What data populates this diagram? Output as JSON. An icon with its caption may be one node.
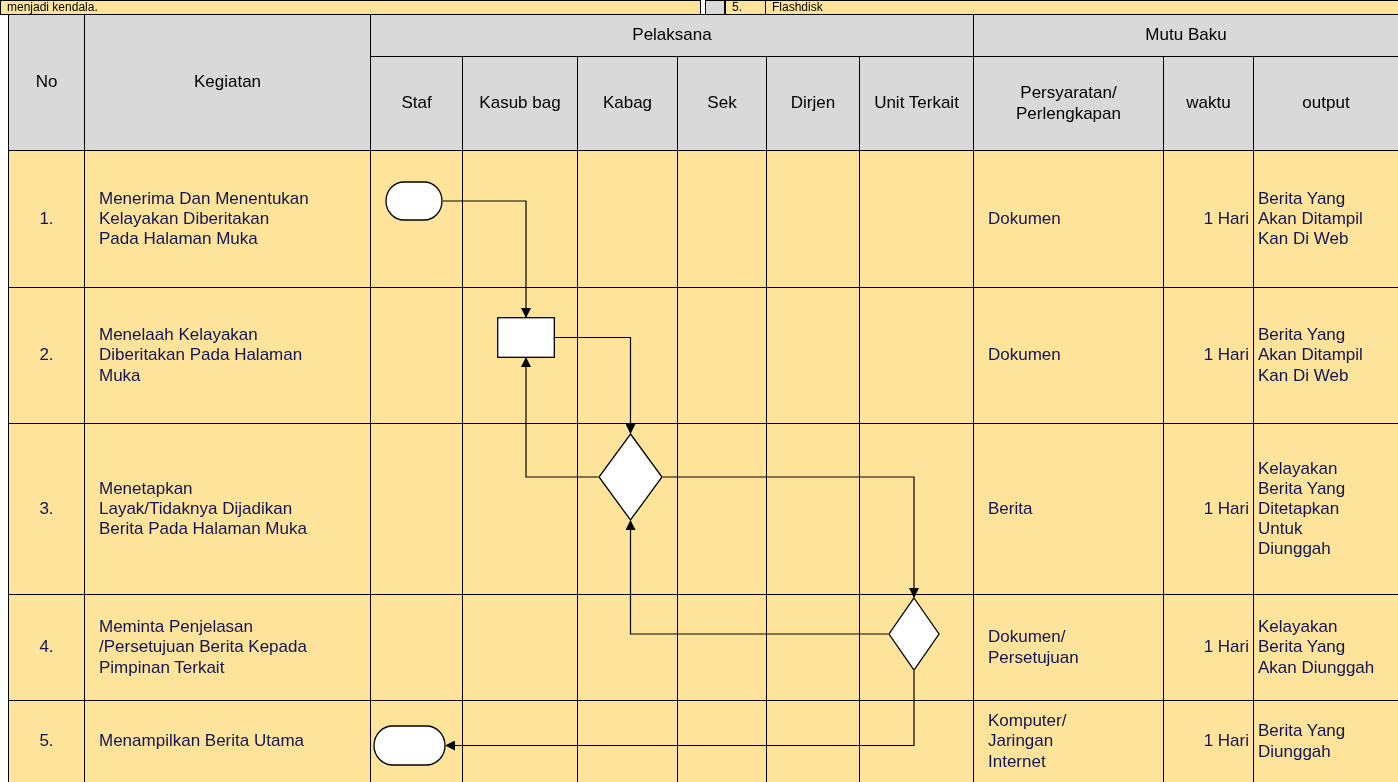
{
  "diagram": {
    "nodes": [
      {
        "text": [],
        "shape": "box"
      },
      {
        "text": [],
        "shape": "box"
      },
      {
        "text": [],
        "shape": "diamond"
      },
      {
        "text": [],
        "shape": "diamond"
      },
      {
        "text": [],
        "shape": "box"
      }
    ],
    "edges": [
      {
        "from": 0,
        "to": 1,
        "arrow": "to"
      },
      {
        "from": 1,
        "to": 2,
        "arrow": "to"
      },
      {
        "from": 2,
        "to": 1,
        "arrow": "to"
      },
      {
        "from": 2,
        "to": 3,
        "arrow": "to"
      },
      {
        "from": 3,
        "to": 2,
        "arrow": "to"
      },
      {
        "from": 3,
        "to": 4,
        "arrow": "to"
      }
    ],
    "labels": [
      "menjadi kendala.",
      "5.",
      "Flashdisk",
      "No",
      "Kegiatan",
      "Pelaksana",
      "Mutu Baku",
      "Staf",
      "Kasub bag",
      "Kabag",
      "Sek",
      "Dirjen",
      "Unit Terkait",
      "Persyaratan/ Perlengkapan",
      "waktu",
      "output",
      "1.",
      "Menerima Dan Menentukan Kelayakan Diberitakan Pada Halaman Muka",
      "Dokumen",
      "1 Hari",
      "Berita Yang Akan Ditampil Kan Di Web",
      "2.",
      "Menelaah Kelayakan Diberitakan Pada Halaman Muka",
      "Dokumen",
      "1 Hari",
      "Berita Yang Akan Ditampil Kan Di Web",
      "3.",
      "Menetapkan Layak/Tidaknya Dijadikan Berita Pada Halaman Muka",
      "Berita",
      "1 Hari",
      "Kelayakan Berita Yang Ditetapkan Untuk Diunggah",
      "4.",
      "Meminta Penjelasan /Persetujuan Berita Kepada Pimpinan Terkait",
      "Dokumen/ Persetujuan",
      "1 Hari",
      "Kelayakan Berita Yang Akan Diunggah",
      "5.",
      "Menampilkan Berita Utama",
      "Komputer/ Jaringan Internet",
      "1 Hari",
      "Berita Yang Diunggah"
    ]
  }
}
